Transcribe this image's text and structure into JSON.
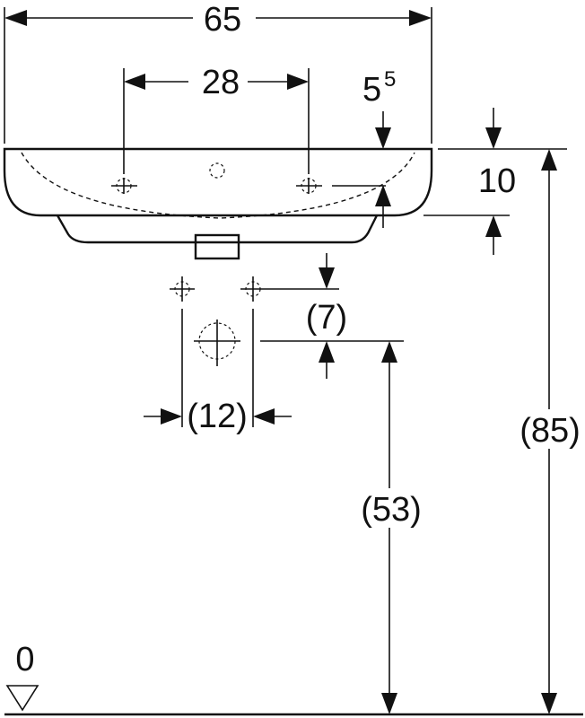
{
  "dimensions": {
    "overall_width": "65",
    "tap_hole_spacing": "28",
    "rim_offset_main": "5",
    "rim_offset_sup": "5",
    "basin_height": "10",
    "waste_offset": "(7)",
    "fixing_spacing": "(12)",
    "waste_height": "(53)",
    "rim_height": "(85)",
    "floor_level": "0"
  },
  "colors": {
    "line": "#111111",
    "background": "#ffffff"
  }
}
